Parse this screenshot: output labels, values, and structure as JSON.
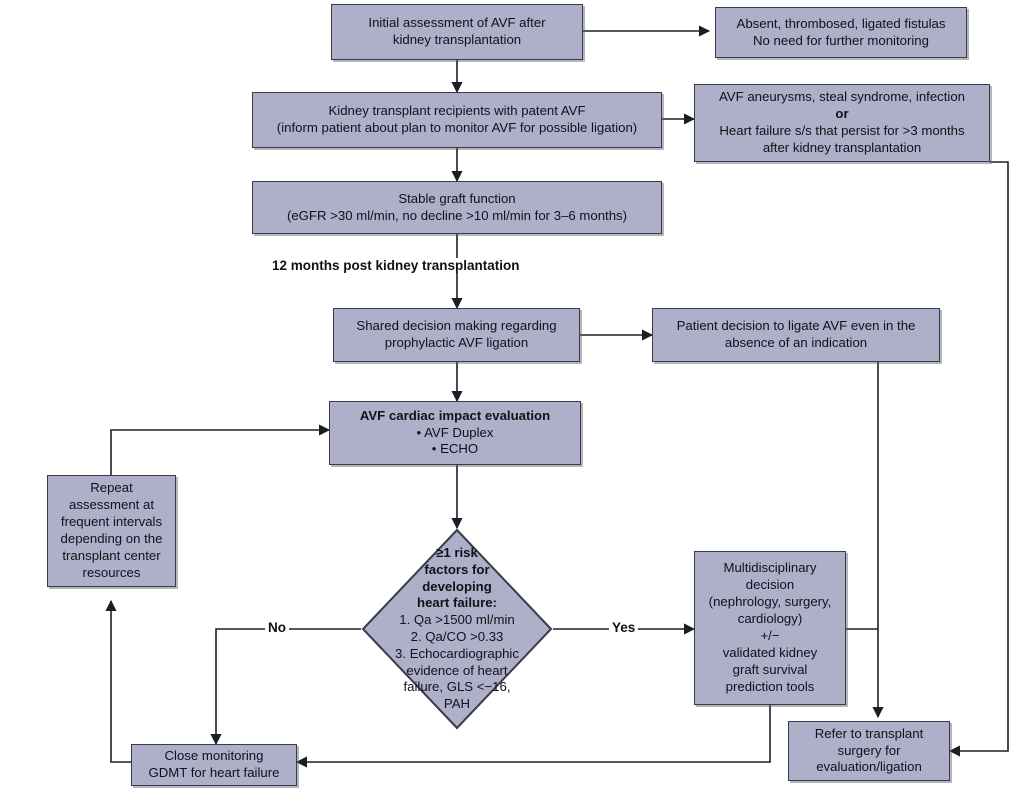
{
  "diagram": {
    "title": "AVF management algorithm after kidney transplantation",
    "colors": {
      "node_fill": "#aeb0ca",
      "node_border": "#3a3a4a",
      "line": "#1d1d28",
      "background": "#ffffff"
    },
    "nodes": {
      "initial_assessment": {
        "line1": "Initial assessment of AVF after",
        "line2": "kidney transplantation"
      },
      "absent_fistulas": {
        "line1": "Absent, thrombosed, ligated fistulas",
        "line2": "No need for further monitoring"
      },
      "patent_avf": {
        "line1": "Kidney transplant recipients with patent AVF",
        "line2": "(inform patient about plan to monitor AVF for possible ligation)"
      },
      "complications": {
        "line1": "AVF aneurysms, steal syndrome, infection",
        "line2": "or",
        "line3": "Heart failure s/s that persist for >3 months",
        "line4": "after kidney transplantation"
      },
      "stable_graft": {
        "line1": "Stable graft function",
        "line2": "(eGFR >30 ml/min, no decline >10 ml/min for 3–6 months)"
      },
      "shared_decision": {
        "line1": "Shared decision making regarding",
        "line2": "prophylactic AVF ligation"
      },
      "patient_decision": {
        "line1": "Patient decision to ligate AVF even in the",
        "line2": "absence of an indication"
      },
      "cardiac_impact": {
        "heading": "AVF cardiac impact evaluation",
        "bullet1": "• AVF Duplex",
        "bullet2": "• ECHO"
      },
      "risk_decision": {
        "heading1": "≥1 risk",
        "heading2": "factors for",
        "heading3": "developing",
        "heading4": "heart failure:",
        "item1": "1. Qa >1500 ml/min",
        "item2": "2. Qa/CO >0.33",
        "item3": "3. Echocardiographic",
        "item4": "evidence of heart",
        "item5": "failure, GLS <−16,",
        "item6": "PAH"
      },
      "multidisciplinary": {
        "line1": "Multidisciplinary",
        "line2": "decision",
        "line3": "(nephrology, surgery,",
        "line4": "cardiology)",
        "line5": "+/−",
        "line6": "validated kidney",
        "line7": "graft survival",
        "line8": "prediction tools"
      },
      "repeat_assessment": {
        "line1": "Repeat",
        "line2": "assessment at",
        "line3": "frequent intervals",
        "line4": "depending on the",
        "line5": "transplant center",
        "line6": "resources"
      },
      "close_monitoring": {
        "line1": "Close monitoring",
        "line2": "GDMT for heart failure"
      },
      "refer_surgery": {
        "line1": "Refer to transplant",
        "line2": "surgery for",
        "line3": "evaluation/ligation"
      }
    },
    "labels": {
      "twelve_months": "12 months post kidney transplantation",
      "no": "No",
      "yes": "Yes"
    }
  }
}
